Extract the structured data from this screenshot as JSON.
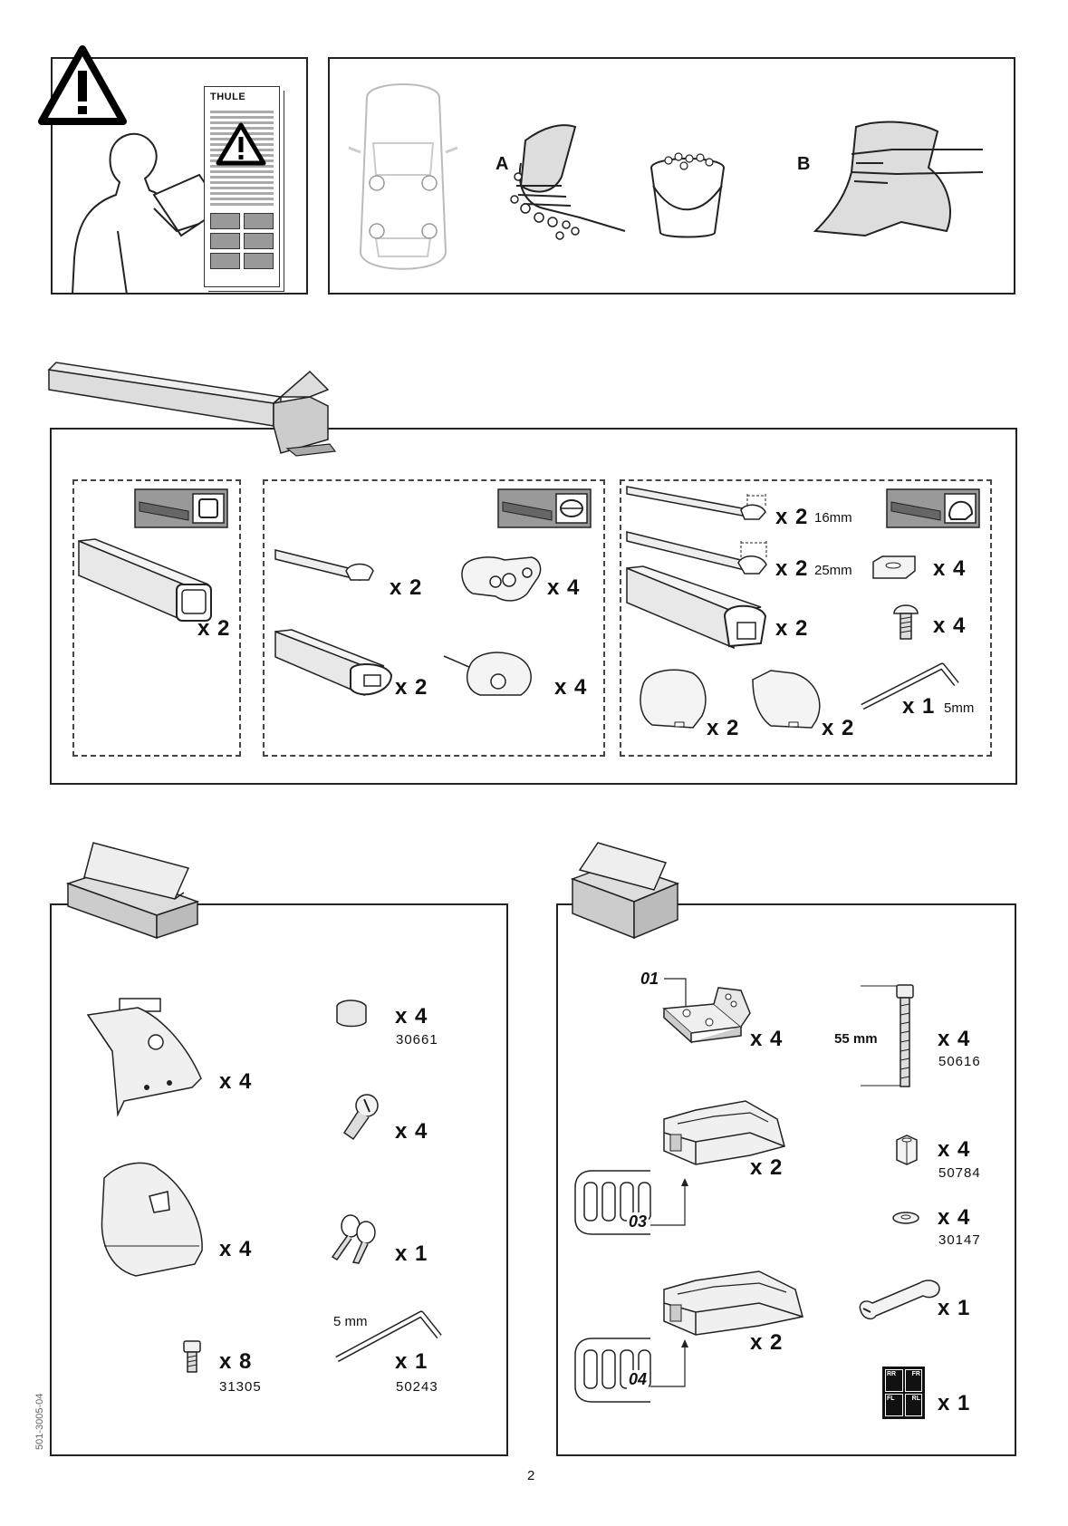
{
  "doc_code": "501-3005-04",
  "page_number": "2",
  "poster": {
    "brand": "THULE"
  },
  "prep": {
    "label_a": "A",
    "label_b": "B"
  },
  "bars": {
    "box1": {
      "qty_bar": "x 2"
    },
    "box2": {
      "qty_rail": "x 2",
      "qty_adapter": "x 4",
      "qty_profile": "x 2",
      "qty_end": "x 4"
    },
    "box3": {
      "qty_strip16": "x 2",
      "size16": "16mm",
      "qty_strip25": "x 2",
      "size25": "25mm",
      "qty_pad": "x 4",
      "qty_bar": "x 2",
      "qty_screw": "x 4",
      "qty_cap_a": "x 2",
      "qty_cap_b": "x 2",
      "qty_key": "x 1",
      "key_size": "5mm"
    }
  },
  "footpack": {
    "qty_foot": "x 4",
    "qty_cap": "x 4",
    "cap_code": "30661",
    "qty_lock": "x 4",
    "qty_cover": "x 4",
    "qty_keys": "x 1",
    "qty_bolt": "x 8",
    "bolt_code": "31305",
    "hex_size": "5 mm",
    "qty_hex": "x 1",
    "hex_code": "50243"
  },
  "kit": {
    "label_01": "01",
    "qty_bracket": "x 4",
    "bolt_length": "55 mm",
    "qty_longbolt": "x 4",
    "longbolt_code": "50616",
    "qty_nut": "x 4",
    "nut_code": "50784",
    "qty_washer": "x 4",
    "washer_code": "30147",
    "label_03": "03",
    "qty_pad03": "x 2",
    "label_04": "04",
    "qty_pad04": "x 2",
    "qty_tool": "x 1",
    "qty_sticker": "x 1",
    "sticker_codes": [
      "RR",
      "FR",
      "FL",
      "RL"
    ]
  }
}
